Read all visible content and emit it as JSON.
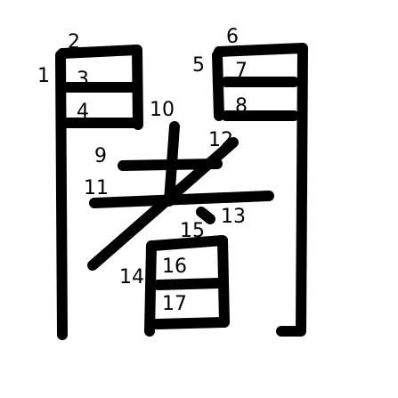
{
  "character": {
    "glyph": "闍",
    "stroke_color": "#000000",
    "background_color": "#ffffff"
  },
  "stroke_numbers": [
    "1",
    "2",
    "3",
    "4",
    "5",
    "6",
    "7",
    "8",
    "9",
    "10",
    "11",
    "12",
    "13",
    "14",
    "15",
    "16",
    "17"
  ]
}
